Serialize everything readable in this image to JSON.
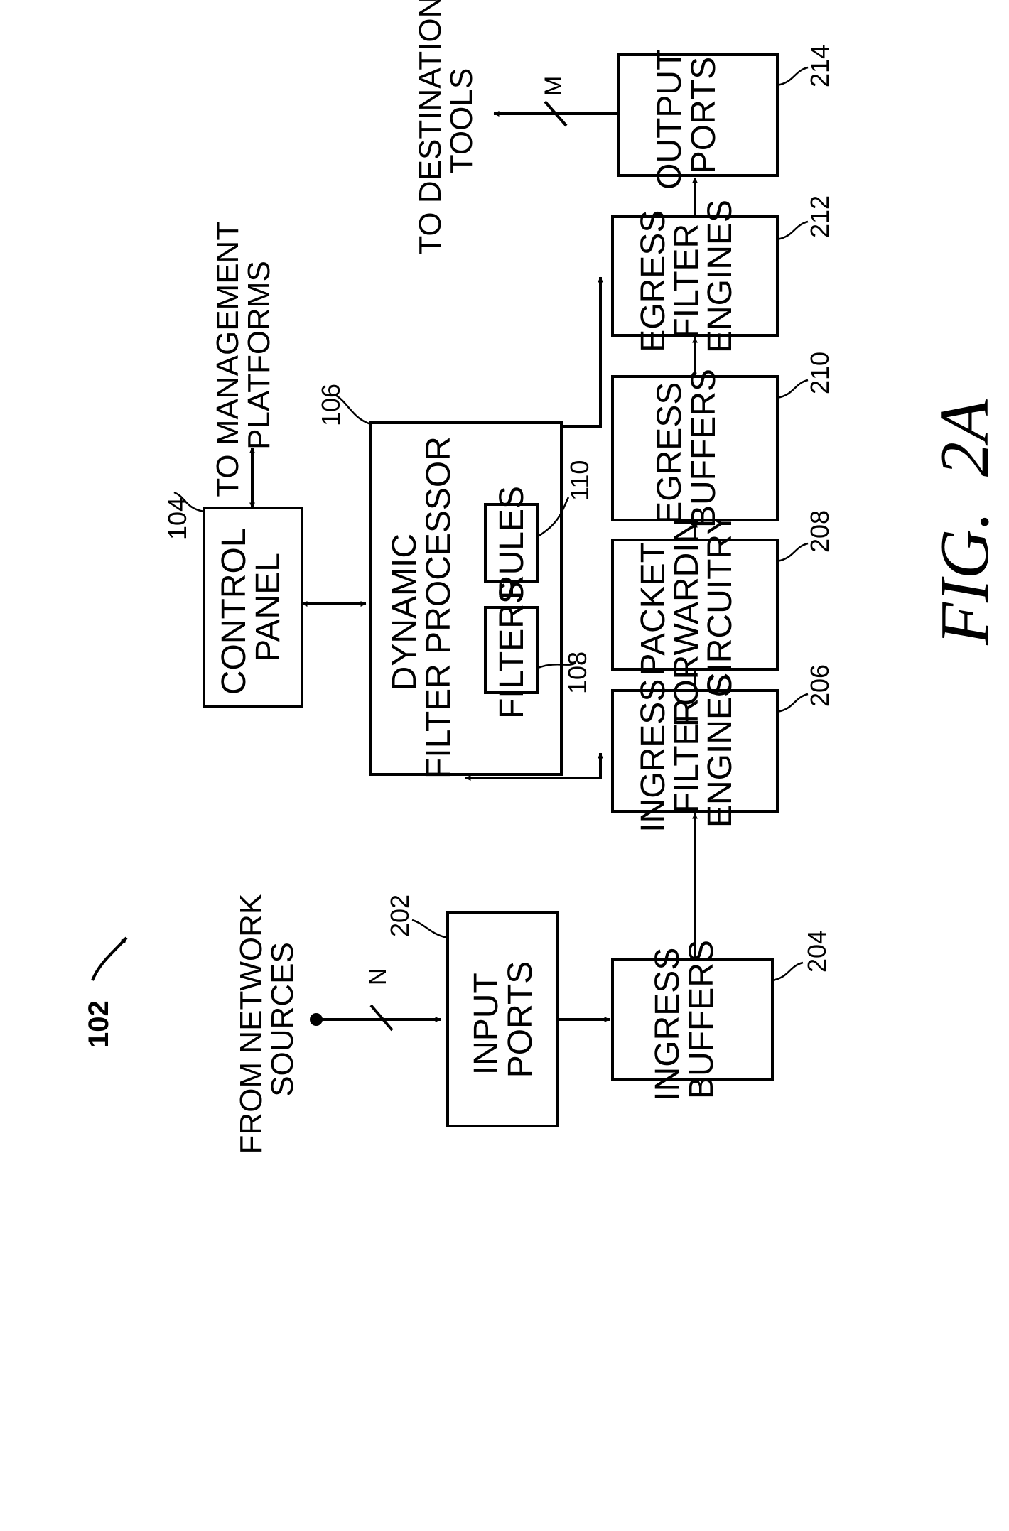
{
  "diagram": {
    "ref_main": "102",
    "blocks": {
      "input_ports": {
        "lines": [
          "INPUT",
          "PORTS"
        ],
        "ref": "202"
      },
      "ingress_buffers": {
        "lines": [
          "INGRESS",
          "BUFFERS"
        ],
        "ref": "204"
      },
      "ingress_filter_engines": {
        "lines": [
          "INGRESS",
          "FILTER",
          "ENGINES"
        ],
        "ref": "206"
      },
      "packet_forwarding_circuitry": {
        "lines": [
          "PACKET",
          "FORWARDING",
          "CIRCUITRY"
        ],
        "ref": "208"
      },
      "egress_buffers": {
        "lines": [
          "EGRESS",
          "BUFFERS"
        ],
        "ref": "210"
      },
      "egress_filter_engines": {
        "lines": [
          "EGRESS",
          "FILTER",
          "ENGINES"
        ],
        "ref": "212"
      },
      "output_ports": {
        "lines": [
          "OUTPUT",
          "PORTS"
        ],
        "ref": "214"
      },
      "control_panel": {
        "lines": [
          "CONTROL",
          "PANEL"
        ],
        "ref": "104"
      },
      "dynamic_filter_processor": {
        "lines": [
          "DYNAMIC",
          "FILTER PROCESSOR"
        ],
        "ref": "106"
      },
      "filters": {
        "label": "FILTERS",
        "ref": "108"
      },
      "rules": {
        "label": "RULES",
        "ref": "110"
      }
    },
    "external": {
      "sources": [
        "FROM NETWORK",
        "SOURCES"
      ],
      "management": [
        "TO MANAGEMENT",
        "PLATFORMS"
      ],
      "destination": [
        "TO DESTINATION",
        "TOOLS"
      ]
    },
    "bus_labels": {
      "input": "N",
      "output": "M"
    },
    "caption": "FIG.  2A"
  }
}
